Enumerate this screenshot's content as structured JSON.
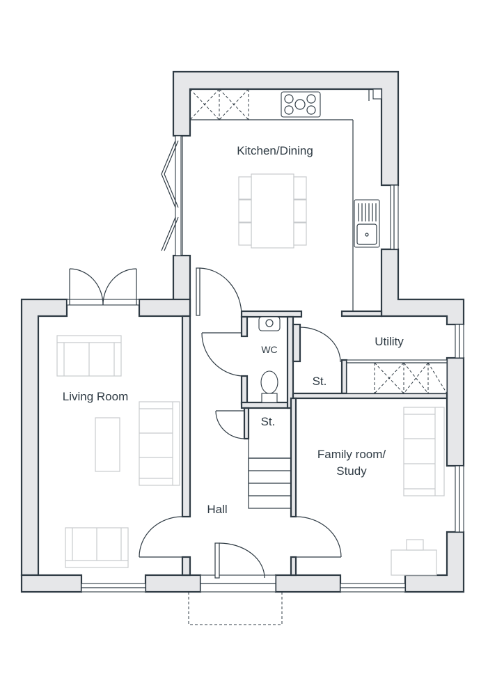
{
  "rooms": {
    "kitchen": "Kitchen/Dining",
    "utility": "Utility",
    "wc": "WC",
    "store_utility": "St.",
    "store_stairs": "St.",
    "living": "Living Room",
    "family_line1": "Family room/",
    "family_line2": "Study",
    "hall": "Hall"
  },
  "colors": {
    "wall_fill": "#e6e7e9",
    "line": "#2f3b44",
    "furniture": "#c7cacd"
  }
}
